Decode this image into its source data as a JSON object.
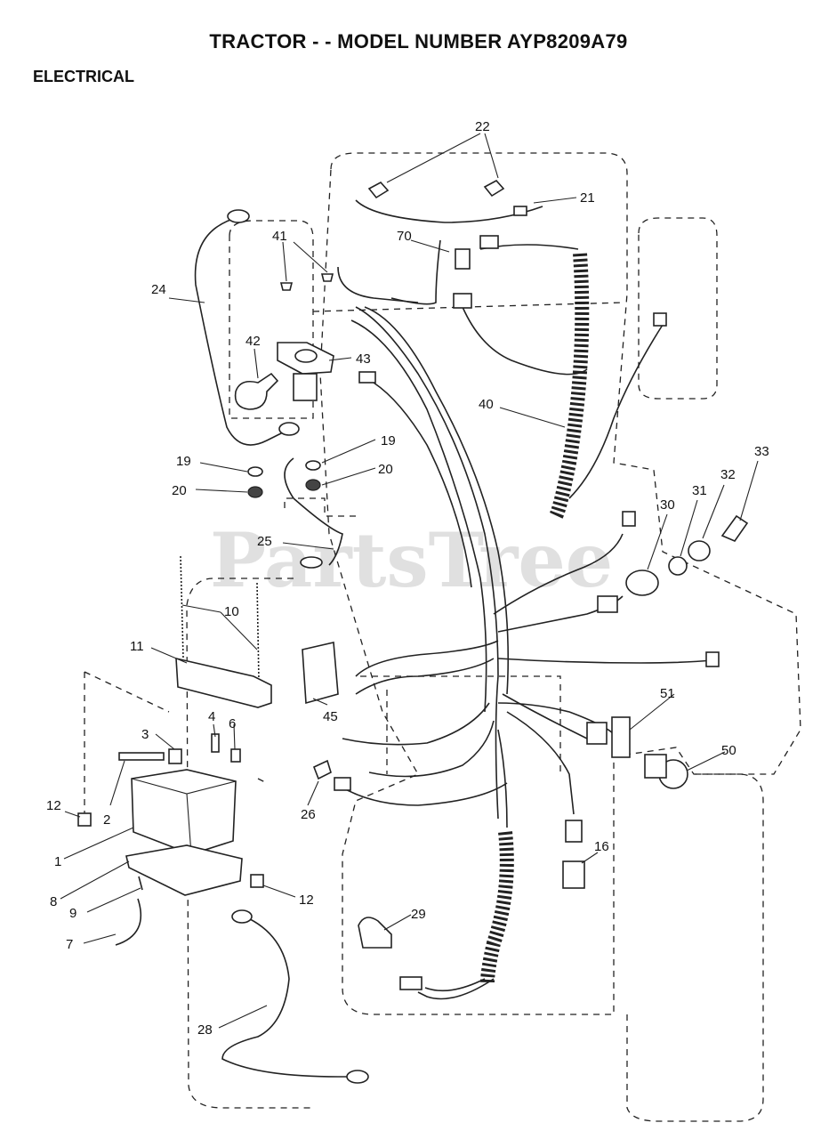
{
  "header": {
    "title": "TRACTOR - - MODEL NUMBER AYP8209A79"
  },
  "section": {
    "title": "ELECTRICAL"
  },
  "watermark": {
    "text": "PartsTree"
  },
  "callouts": {
    "c22": "22",
    "c21": "21",
    "c70": "70",
    "c41": "41",
    "c24": "24",
    "c42": "42",
    "c43": "43",
    "c40": "40",
    "c19a": "19",
    "c19b": "19",
    "c20a": "20",
    "c20b": "20",
    "c33": "33",
    "c32": "32",
    "c31": "31",
    "c30": "30",
    "c25": "25",
    "c10": "10",
    "c11": "11",
    "c45": "45",
    "c51": "51",
    "c4": "4",
    "c6": "6",
    "c3": "3",
    "c50": "50",
    "c12a": "12",
    "c2": "2",
    "c26": "26",
    "c16": "16",
    "c1": "1",
    "c8": "8",
    "c12b": "12",
    "c9": "9",
    "c29": "29",
    "c7": "7",
    "c28": "28"
  }
}
